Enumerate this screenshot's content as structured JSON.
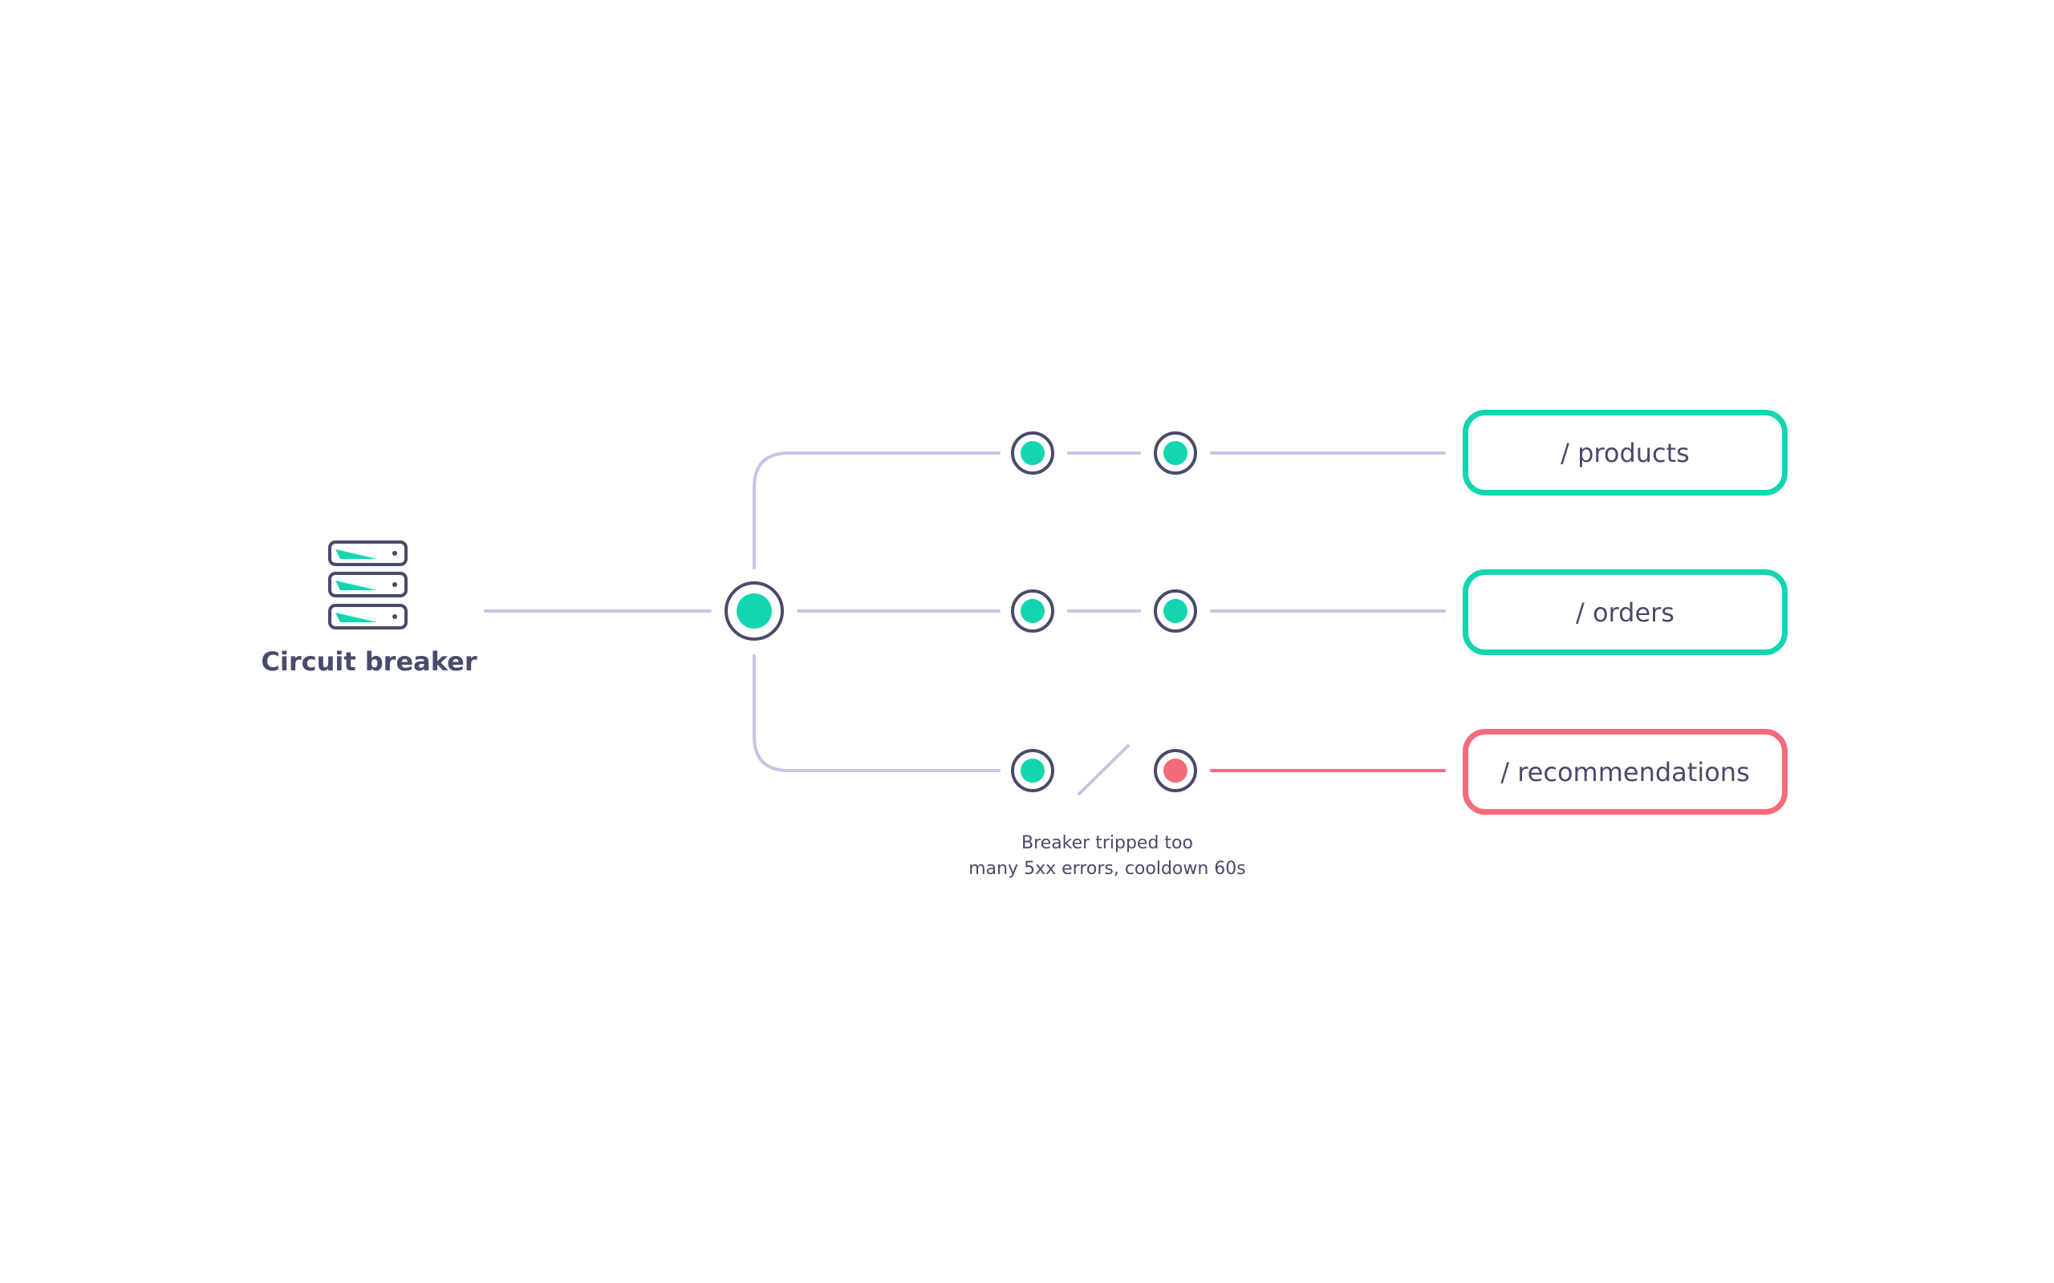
{
  "colors": {
    "line": "#c5c5e6",
    "ok": "#12d6b0",
    "fail": "#f56b7a",
    "outline": "#4a4a6a",
    "text": "#4a4a6a"
  },
  "source": {
    "label": "Circuit breaker",
    "icon": "server-stack-icon"
  },
  "routes": [
    {
      "label": "/ products",
      "status": "ok"
    },
    {
      "label": "/ orders",
      "status": "ok"
    },
    {
      "label": "/ recommendations",
      "status": "tripped"
    }
  ],
  "annotation": {
    "line1": "Breaker tripped too",
    "line2": "many 5xx errors, cooldown 60s"
  }
}
